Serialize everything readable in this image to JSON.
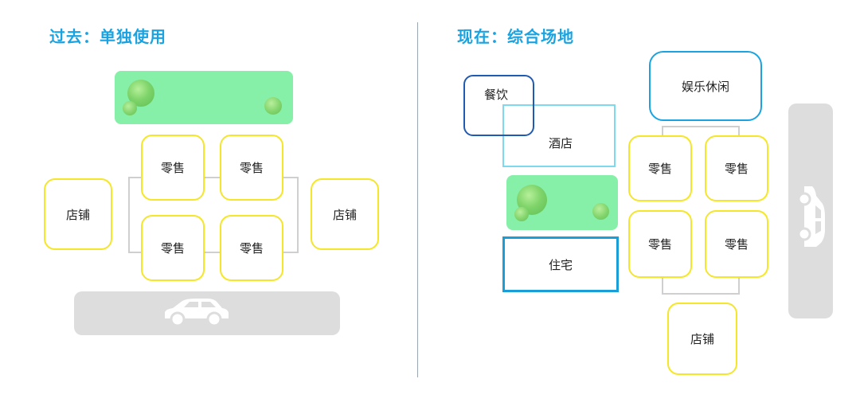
{
  "left_panel": {
    "title": "过去：单独使用",
    "retail_1": "零售",
    "retail_2": "零售",
    "retail_3": "零售",
    "retail_4": "零售",
    "shop_left": "店铺",
    "shop_right": "店铺"
  },
  "right_panel": {
    "title": "现在：综合场地",
    "dining": "餐饮",
    "hotel": "酒店",
    "residence": "住宅",
    "entertainment": "娱乐休闲",
    "retail_1": "零售",
    "retail_2": "零售",
    "retail_3": "零售",
    "retail_4": "零售",
    "shop": "店铺"
  },
  "icons": {
    "car_left": "car-icon",
    "car_right": "car-icon",
    "trees": "tree-icon"
  },
  "colors": {
    "title": "#1aa3e0",
    "retail_border": "#f5e62a",
    "park": "#86f0a8",
    "road": "#dddddd",
    "dining_border": "#1f5bb5",
    "hotel_border": "#7dd9ee",
    "residence_border": "#1a9ed8",
    "entertainment_border": "#1aa3e0"
  }
}
